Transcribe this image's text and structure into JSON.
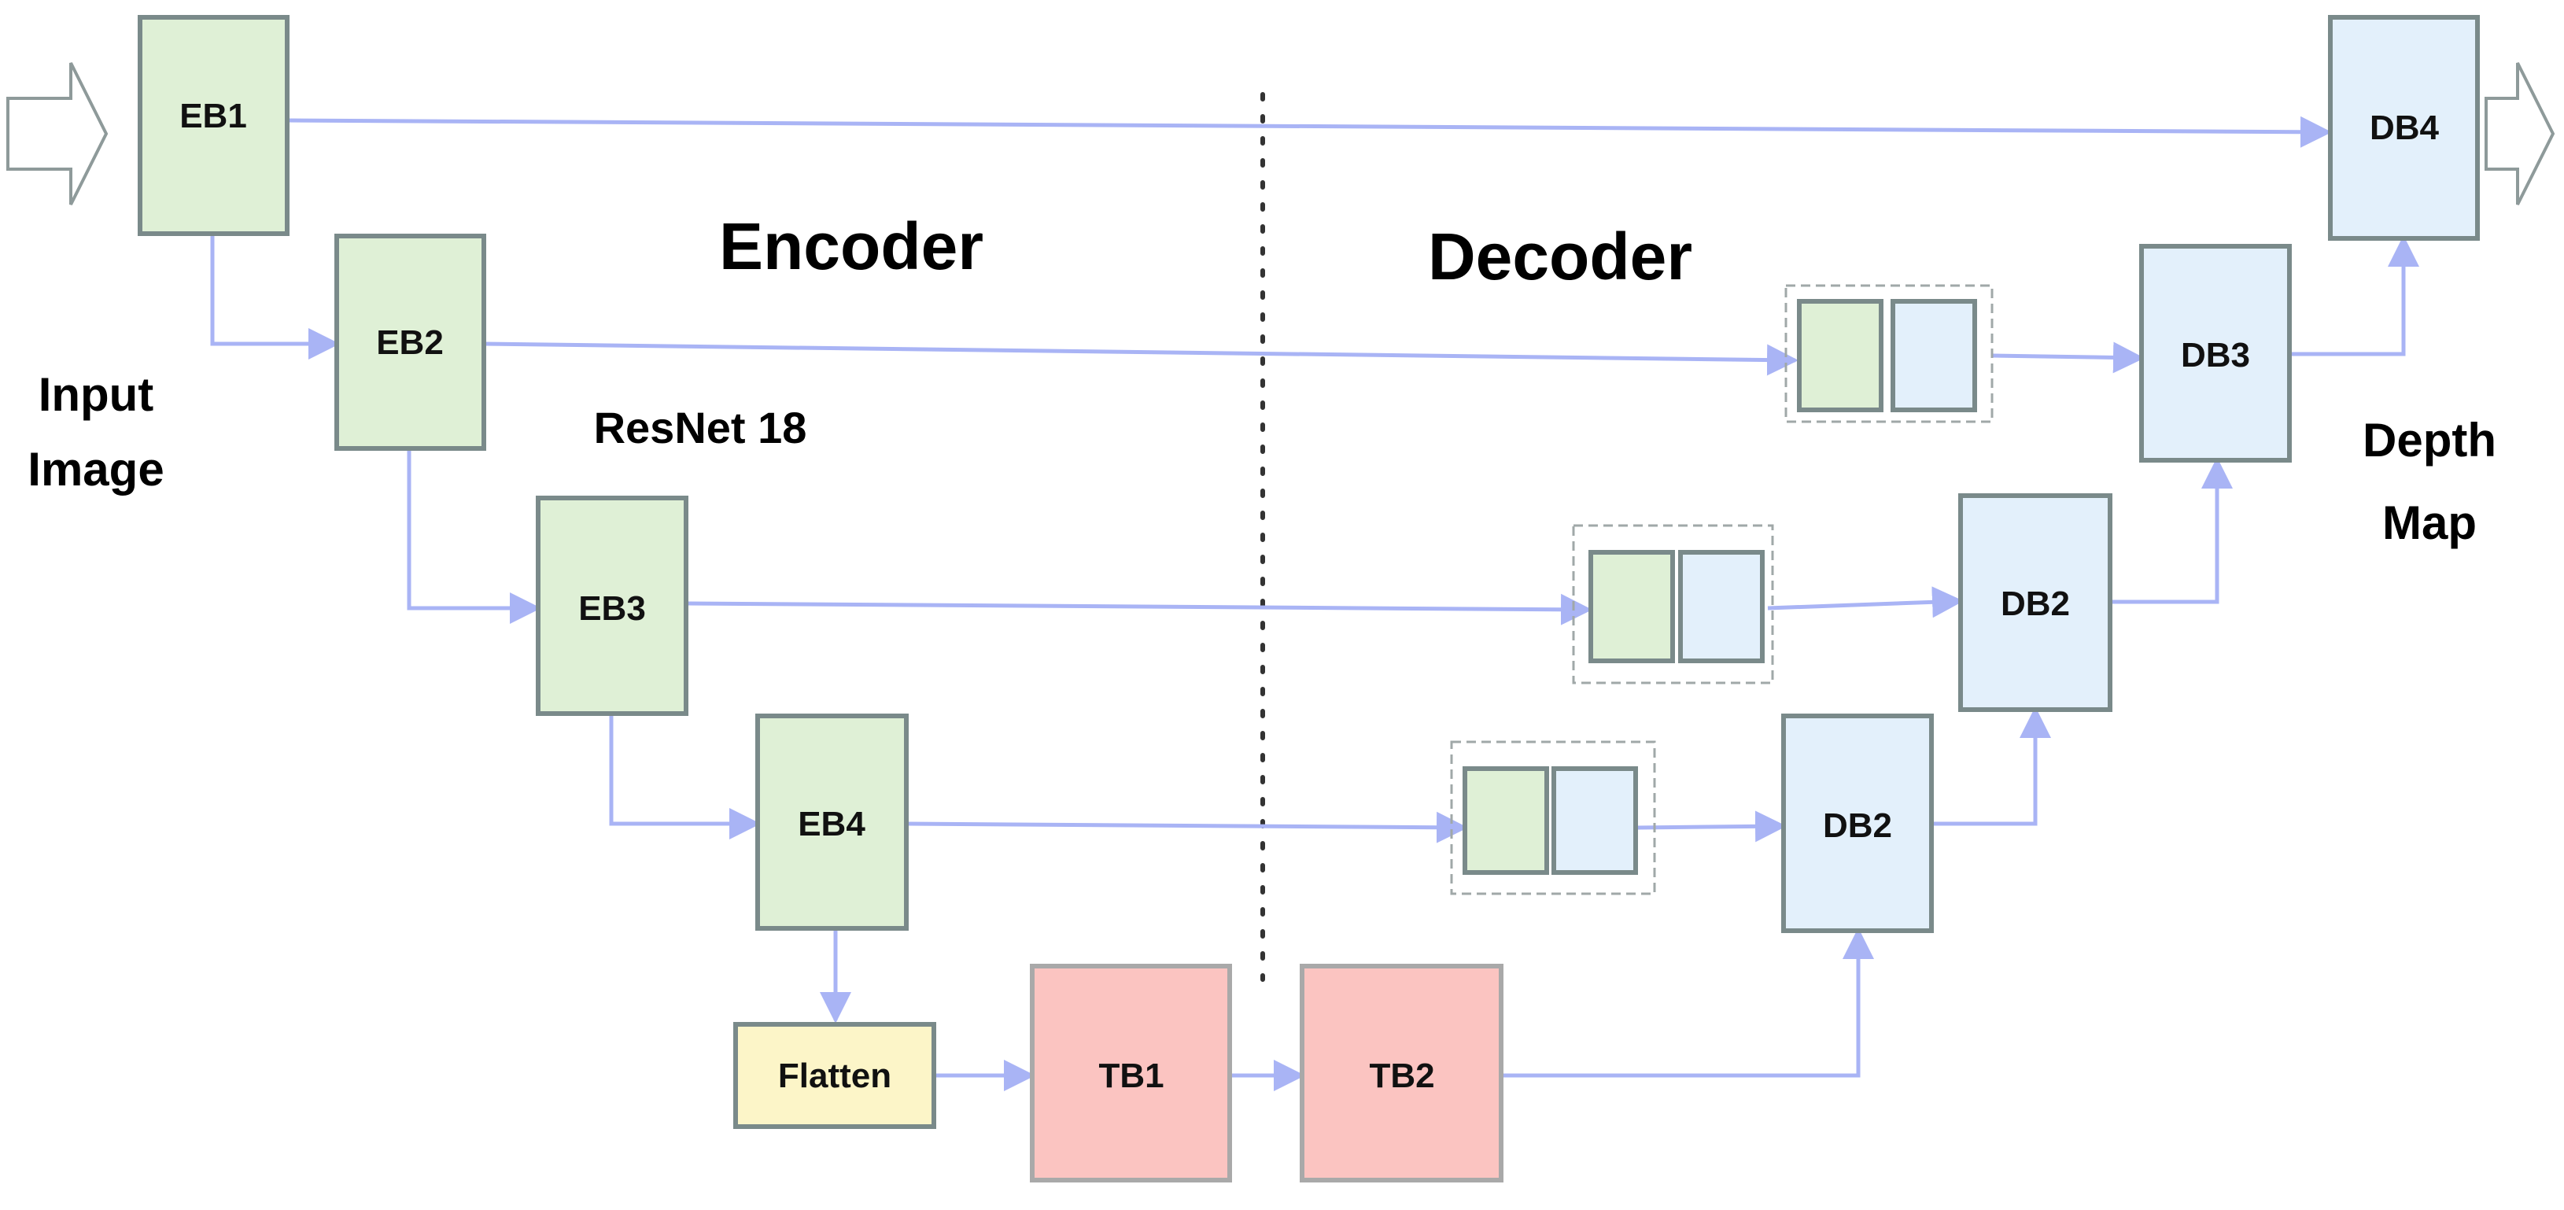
{
  "labels": {
    "encoder": "Encoder",
    "decoder": "Decoder",
    "backbone": "ResNet 18",
    "input_line1": "Input",
    "input_line2": "Image",
    "output_line1": "Depth",
    "output_line2": "Map"
  },
  "encoder_blocks": [
    "EB1",
    "EB2",
    "EB3",
    "EB4"
  ],
  "flatten_block": "Flatten",
  "transformer_blocks": [
    "TB1",
    "TB2"
  ],
  "decoder_blocks": [
    "DB2",
    "DB2",
    "DB3",
    "DB4"
  ],
  "colors": {
    "encoder_fill": "#dff0d6",
    "decoder_fill": "#e3f0fb",
    "transformer_fill": "#fbc4c1",
    "flatten_fill": "#fcf5c8",
    "block_border": "#7a8a8a",
    "arrow": "#a9b4f5"
  }
}
